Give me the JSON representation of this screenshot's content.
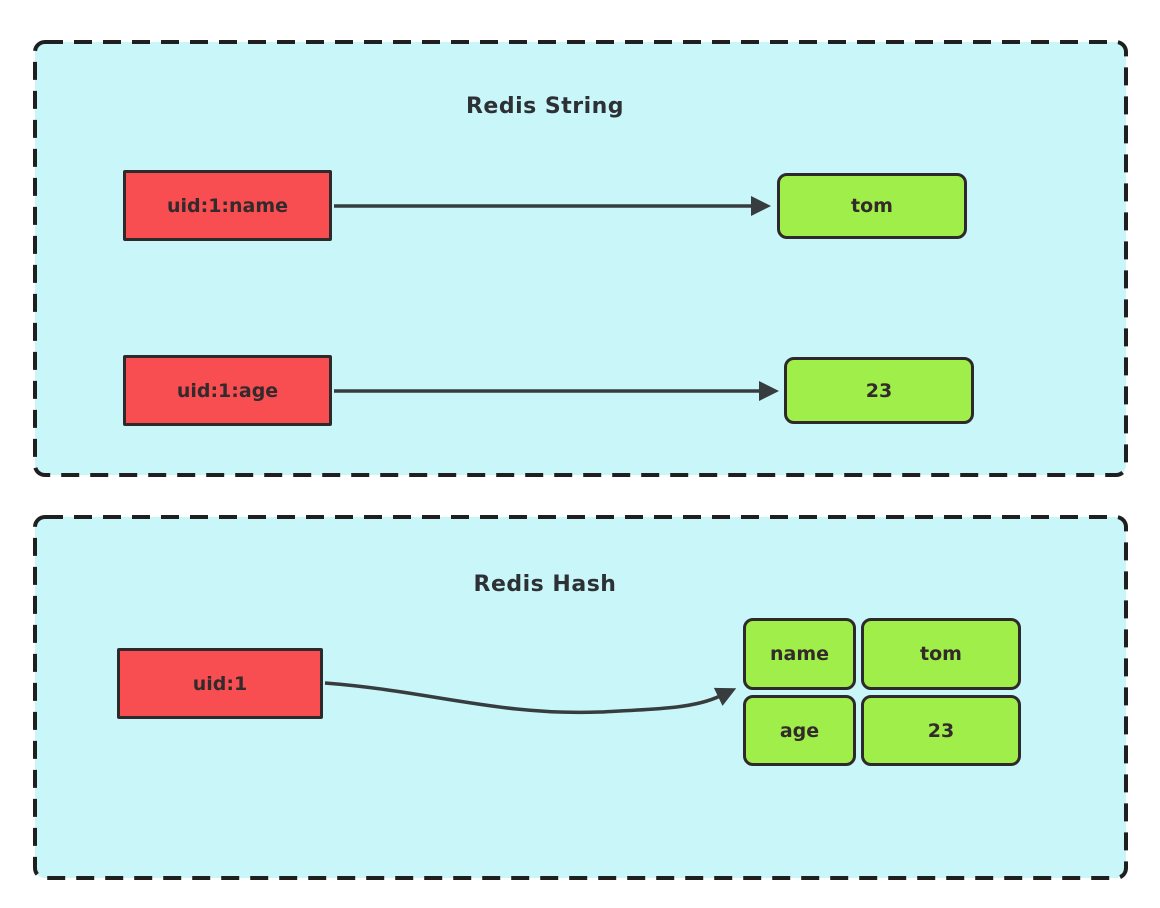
{
  "diagram": {
    "panels": [
      {
        "title": "Redis String",
        "pairs": [
          {
            "key": "uid:1:name",
            "value": "tom"
          },
          {
            "key": "uid:1:age",
            "value": "23"
          }
        ]
      },
      {
        "title": "Redis Hash",
        "key": "uid:1",
        "fields": [
          {
            "field": "name",
            "value": "tom"
          },
          {
            "field": "age",
            "value": "23"
          }
        ]
      }
    ],
    "colors": {
      "panel_background": "#c9f6f8",
      "panel_border": "#1f1f1f",
      "key_box": "#f84d51",
      "value_box": "#9fee49",
      "box_outline": "#2e2a2b",
      "arrow": "#373d3f",
      "text": "#332a2c"
    }
  }
}
